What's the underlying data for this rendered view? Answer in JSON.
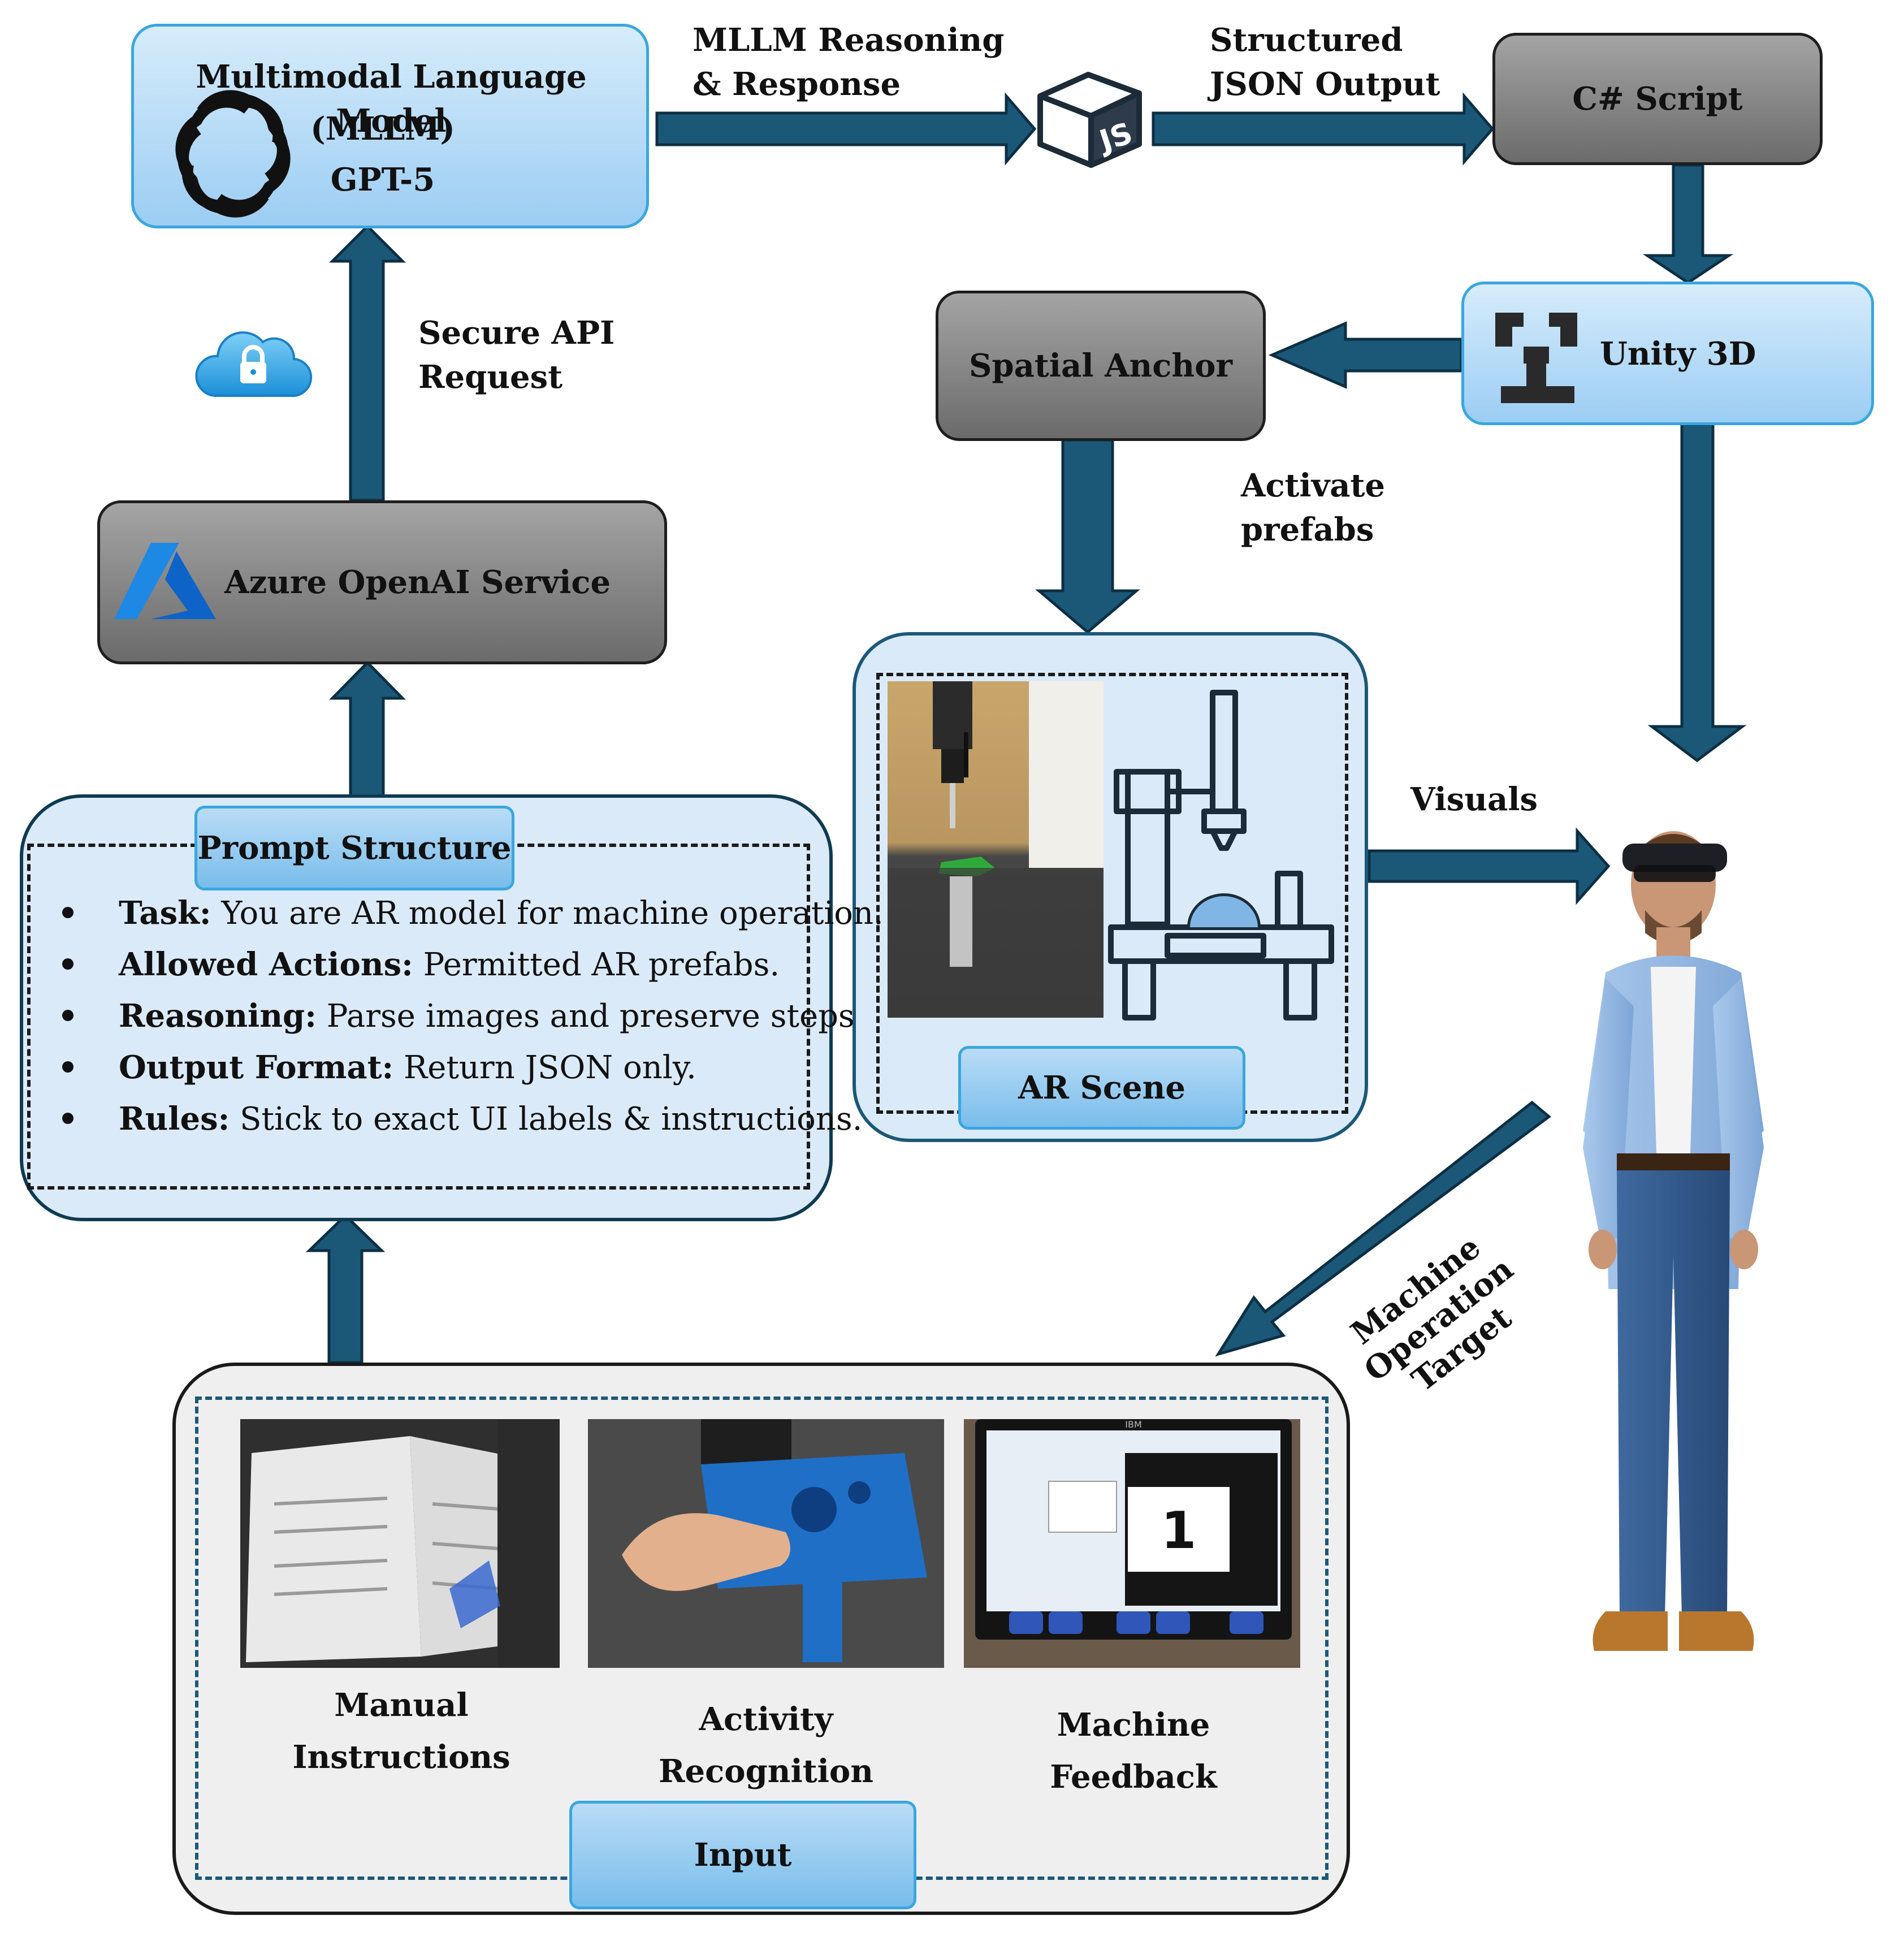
{
  "mllm": {
    "title": "Multimodal Language Model",
    "subtitle": "(MLLM)",
    "model": "GPT-5"
  },
  "arrows": {
    "mllm_to_json": "MLLM Reasoning & Response",
    "json_to_script": "Structured JSON Output",
    "azure_to_mllm": "Secure API Request",
    "anchor_to_scene": "Activate prefabs",
    "scene_to_user": "Visuals",
    "user_to_input": "Machine Operation Target"
  },
  "json_icon": {
    "name": "js-cube-icon",
    "text": "JS"
  },
  "csharp": {
    "label": "C# Script"
  },
  "unity": {
    "label": "Unity 3D"
  },
  "spatial_anchor": {
    "label": "Spatial Anchor"
  },
  "azure": {
    "label": "Azure OpenAI Service"
  },
  "prompt": {
    "title": "Prompt Structure",
    "items": [
      {
        "key": "Task:",
        "text": "You are AR model for machine operation."
      },
      {
        "key": "Allowed Actions:",
        "text": "Permitted AR prefabs."
      },
      {
        "key": "Reasoning:",
        "text": "Parse images and preserve steps"
      },
      {
        "key": "Output Format:",
        "text": "Return JSON only."
      },
      {
        "key": "Rules:",
        "text": "Stick to exact UI labels & instructions."
      }
    ]
  },
  "ar_scene": {
    "label": "AR Scene"
  },
  "input": {
    "label": "Input",
    "items": [
      {
        "line1": "Manual",
        "line2": "Instructions"
      },
      {
        "line1": "Activity",
        "line2": "Recognition"
      },
      {
        "line1": "Machine",
        "line2": "Feedback"
      }
    ],
    "screen_number": "1",
    "screen_brand": "IBM"
  },
  "colors": {
    "arrow": "#1b5878",
    "arrow_outline": "#0d2f44",
    "blue_box": "#9ccdf3",
    "gray_box": "#7a7a7a",
    "panel_border": "#0e3b52"
  }
}
